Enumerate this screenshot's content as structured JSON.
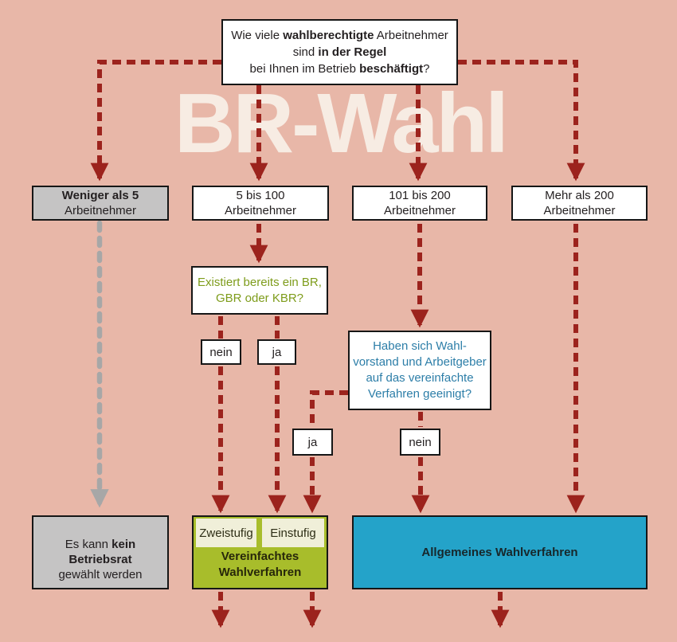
{
  "colors": {
    "background": "#e8b7a8",
    "arrow-red": "#9c231d",
    "arrow-gray": "#a7a7a7",
    "box-border": "#161616",
    "box-gray": "#c5c4c4",
    "box-green": "#a8bd2b",
    "box-cream": "#f0efd9",
    "box-blue": "#24a3c9",
    "text-green": "#7e9c1b",
    "text-blue": "#2d7ea8",
    "text-dark": "#231f20",
    "watermark": "#f7ece3"
  },
  "watermark": "BR-Wahl",
  "questions": {
    "main": {
      "lines": [
        [
          {
            "t": "Wie viele "
          },
          {
            "t": "wahlberechtigte",
            "b": true
          },
          {
            "t": " Arbeitnehmer"
          }
        ],
        [
          {
            "t": "sind "
          },
          {
            "t": "in der Regel",
            "b": true
          }
        ],
        [
          {
            "t": "bei Ihnen im Betrieb "
          },
          {
            "t": "beschäftigt",
            "b": true
          },
          {
            "t": "?"
          }
        ]
      ]
    },
    "existing_br": {
      "lines": [
        [
          {
            "t": "Existiert bereits ein BR,"
          }
        ],
        [
          {
            "t": "GBR oder KBR?"
          }
        ]
      ]
    },
    "agreement": {
      "lines": [
        [
          {
            "t": "Haben sich Wahl-"
          }
        ],
        [
          {
            "t": "vorstand und Arbeitgeber"
          }
        ],
        [
          {
            "t": "auf das vereinfachte"
          }
        ],
        [
          {
            "t": "Verfahren geeinigt?"
          }
        ]
      ]
    }
  },
  "size_boxes": {
    "lt5": {
      "lines": [
        [
          {
            "t": "Weniger als 5",
            "b": true
          }
        ],
        [
          {
            "t": "Arbeitnehmer"
          }
        ]
      ]
    },
    "b5_100": {
      "lines": [
        [
          {
            "t": "5 bis 100"
          }
        ],
        [
          {
            "t": "Arbeitnehmer"
          }
        ]
      ]
    },
    "b101_200": {
      "lines": [
        [
          {
            "t": "101 bis 200"
          }
        ],
        [
          {
            "t": "Arbeitnehmer"
          }
        ]
      ]
    },
    "gt200": {
      "lines": [
        [
          {
            "t": "Mehr als 200"
          }
        ],
        [
          {
            "t": "Arbeitnehmer"
          }
        ]
      ]
    }
  },
  "answers": {
    "br_no": "nein",
    "br_yes": "ja",
    "agreement_yes": "ja",
    "agreement_no": "nein"
  },
  "results": {
    "no_council": {
      "lines": [
        [
          {
            "t": "Es kann "
          },
          {
            "t": "kein Betriebsrat",
            "b": true
          }
        ],
        [
          {
            "t": "gewählt werden"
          }
        ]
      ]
    },
    "simplified": {
      "tab_two_stage": "Zweistufig",
      "tab_one_stage": "Einstufig",
      "label": {
        "lines": [
          [
            {
              "t": "Vereinfachtes",
              "b": true
            }
          ],
          [
            {
              "t": "Wahlverfahren",
              "b": true
            }
          ]
        ]
      }
    },
    "general": {
      "label": "Allgemeines Wahlverfahren"
    }
  }
}
